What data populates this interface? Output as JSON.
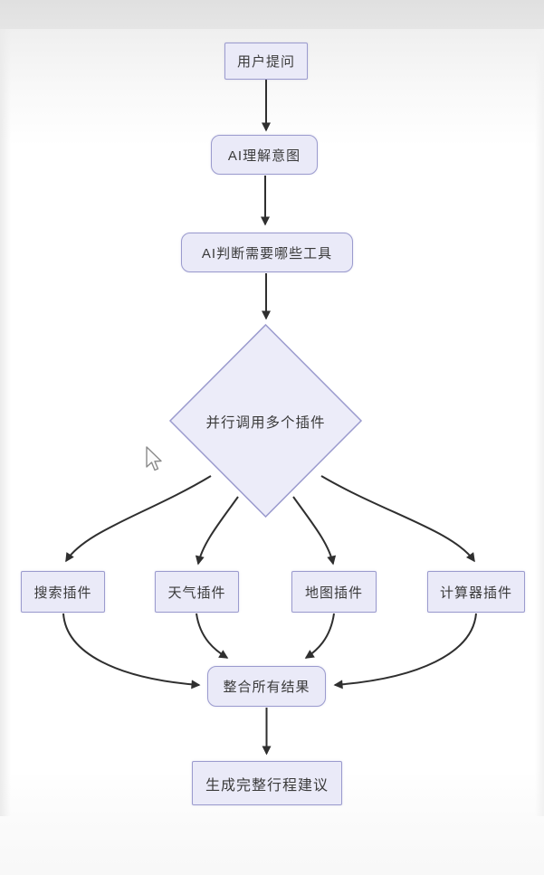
{
  "diagram": {
    "type": "flowchart",
    "direction": "top-down",
    "nodes": [
      {
        "id": "q",
        "label": "用户提问",
        "shape": "rect"
      },
      {
        "id": "u",
        "label": "AI理解意图",
        "shape": "rounded"
      },
      {
        "id": "t",
        "label": "AI判断需要哪些工具",
        "shape": "rounded"
      },
      {
        "id": "d",
        "label": "并行调用多个插件",
        "shape": "diamond"
      },
      {
        "id": "p1",
        "label": "搜索插件",
        "shape": "rect"
      },
      {
        "id": "p2",
        "label": "天气插件",
        "shape": "rect"
      },
      {
        "id": "p3",
        "label": "地图插件",
        "shape": "rect"
      },
      {
        "id": "p4",
        "label": "计算器插件",
        "shape": "rect"
      },
      {
        "id": "m",
        "label": "整合所有结果",
        "shape": "rounded"
      },
      {
        "id": "f",
        "label": "生成完整行程建议",
        "shape": "rect"
      }
    ],
    "edges": [
      {
        "from": "用户提问",
        "to": "AI理解意图"
      },
      {
        "from": "AI理解意图",
        "to": "AI判断需要哪些工具"
      },
      {
        "from": "AI判断需要哪些工具",
        "to": "并行调用多个插件"
      },
      {
        "from": "并行调用多个插件",
        "to": "搜索插件"
      },
      {
        "from": "并行调用多个插件",
        "to": "天气插件"
      },
      {
        "from": "并行调用多个插件",
        "to": "地图插件"
      },
      {
        "from": "并行调用多个插件",
        "to": "计算器插件"
      },
      {
        "from": "搜索插件",
        "to": "整合所有结果"
      },
      {
        "from": "天气插件",
        "to": "整合所有结果"
      },
      {
        "from": "地图插件",
        "to": "整合所有结果"
      },
      {
        "from": "计算器插件",
        "to": "整合所有结果"
      },
      {
        "from": "整合所有结果",
        "to": "生成完整行程建议"
      }
    ],
    "colors": {
      "node_fill": "#eaeaf8",
      "node_border": "#9b9bce",
      "edge_stroke": "#2f2f2f",
      "text": "#3a3a3a",
      "background_top_band": "#e2e2e2"
    }
  },
  "cursor": {
    "type": "arrow-pointer"
  }
}
